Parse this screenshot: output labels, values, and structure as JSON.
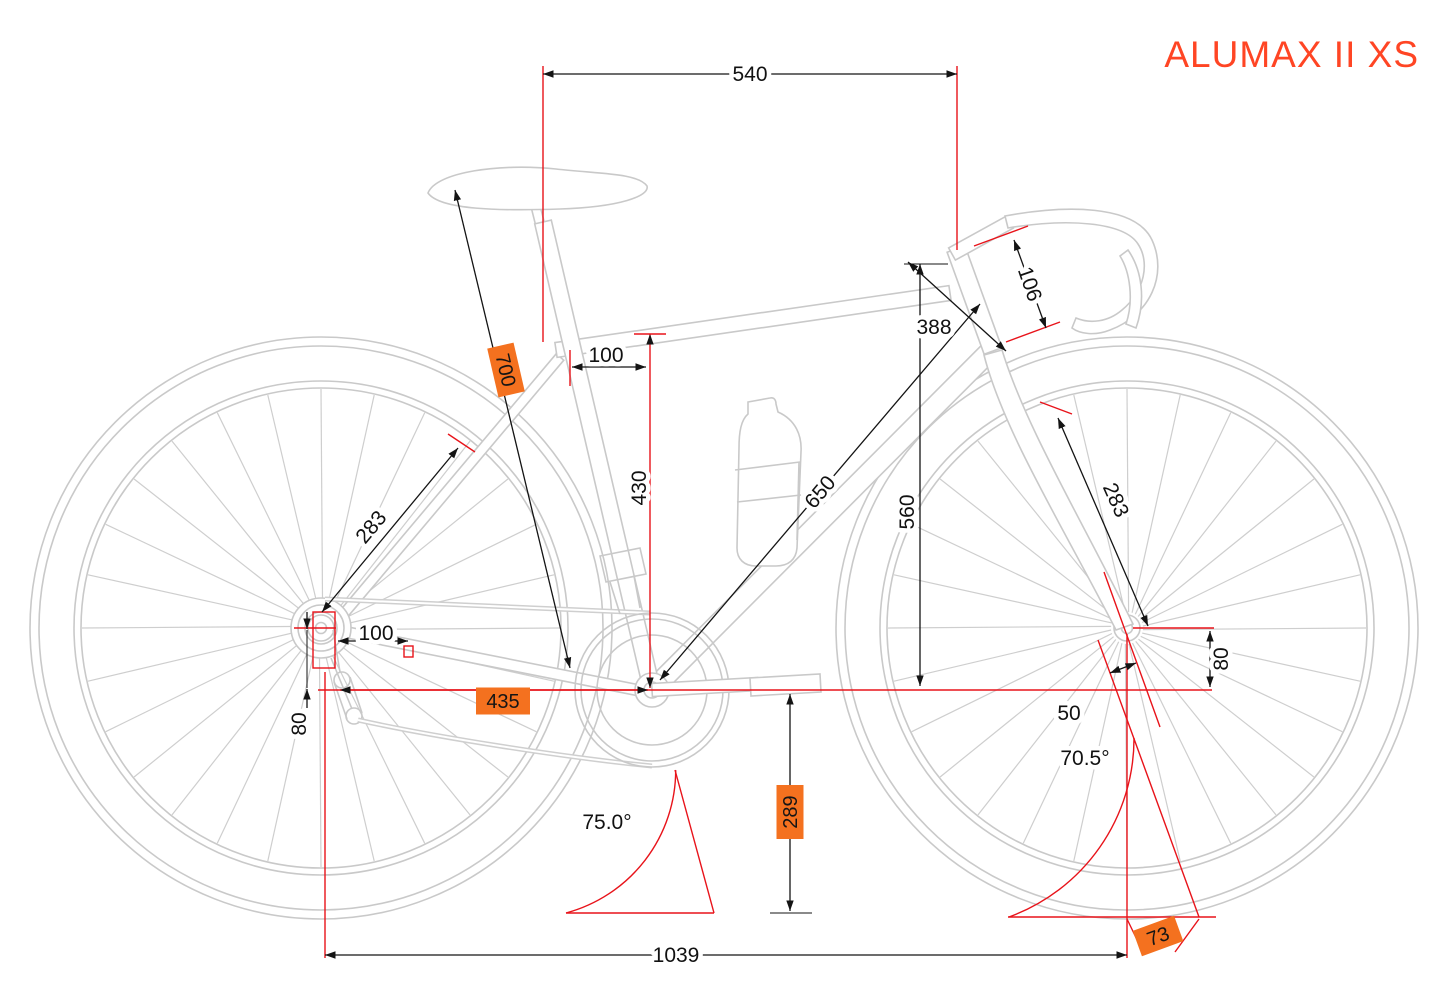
{
  "title": "ALUMAX II XS",
  "colors": {
    "accent": "#ff4524",
    "dimension_line": "#141414",
    "construction_line": "#e8131a",
    "highlight_box": "#f4711f",
    "bike_artwork": "#c9c9c9"
  },
  "dims": {
    "top_tube": "540",
    "stem": "106",
    "head_tube": "388",
    "seatpost_extension": "700",
    "saddle_setback": "100",
    "seat_tube": "430",
    "front_center": "650",
    "stack": "560",
    "seatstay": "283",
    "rear_spacing": "100",
    "chainstay": "435",
    "rear_axle_drop": "80",
    "bb_height": "289",
    "seat_angle": "75.0°",
    "head_angle": "70.5°",
    "fork_rake": "50",
    "fork_length": "283",
    "front_axle_drop": "80",
    "wheelbase": "1039",
    "trail": "73"
  }
}
